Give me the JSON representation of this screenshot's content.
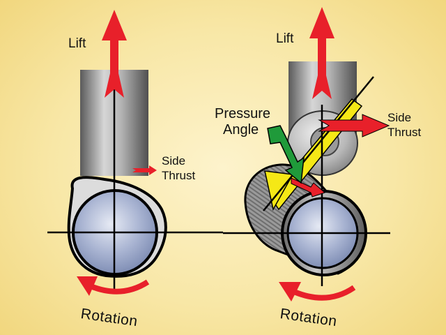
{
  "left_view": {
    "lift_label": "Lift",
    "side_thrust_line1": "Side",
    "side_thrust_line2": "Thrust",
    "rotation_label": "Rotation"
  },
  "right_view": {
    "lift_label": "Lift",
    "pressure_angle_line1": "Pressure",
    "pressure_angle_line2": "Angle",
    "side_thrust_line1": "Side",
    "side_thrust_line2": "Thrust",
    "rotation_label": "Rotation"
  },
  "colors": {
    "lift_arrow": "#e8202a",
    "side_thrust_arrow": "#e8202a",
    "rotation_arrow": "#e8202a",
    "pressure_angle_arrow": "#1f9a3a",
    "contact_wedge": "#f5e816",
    "follower": "#9a9a9a",
    "cam_lobe": "#888888",
    "base_circle": "#8090b8",
    "axis_lines": "#000000",
    "background": "#f8e7a6"
  }
}
